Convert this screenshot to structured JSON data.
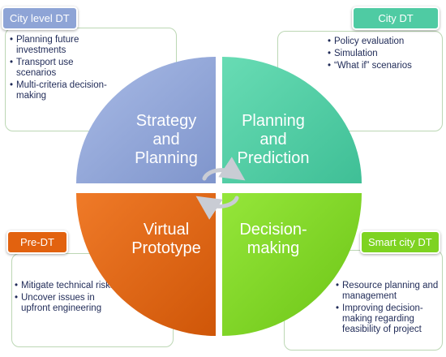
{
  "top_left": {
    "tab": "City level DT",
    "items": [
      "Planning future investments",
      "Transport use scenarios",
      "Multi-criteria decision-making"
    ]
  },
  "top_right": {
    "tab": "City DT",
    "items": [
      "Policy evaluation",
      "Simulation",
      "“What if” scenarios"
    ]
  },
  "bottom_left": {
    "tab": "Pre-DT",
    "items": [
      "Mitigate technical risks",
      "Uncover issues in upfront engineering"
    ]
  },
  "bottom_right": {
    "tab": "Smart city DT",
    "items": [
      "Resource planning and management",
      "Improving decision-making regarding feasibility of project"
    ]
  },
  "quadrants": {
    "top_left": [
      "Strategy",
      "and",
      "Planning"
    ],
    "top_right": [
      "Planning",
      "and",
      "Prediction"
    ],
    "bottom_left": [
      "Virtual",
      "Prototype"
    ],
    "bottom_right": [
      "Decision-",
      "making"
    ]
  },
  "colors": {
    "top_left": "#8ea4d6",
    "top_right": "#4fcba3",
    "bottom_left": "#e2620f",
    "bottom_right": "#7ed321",
    "tab_top_left": "#8ea4d6",
    "tab_top_right": "#4fcba3",
    "tab_bottom_left": "#e2620f",
    "tab_bottom_right": "#7ed321"
  },
  "center_icon": "circular-arrows-icon"
}
